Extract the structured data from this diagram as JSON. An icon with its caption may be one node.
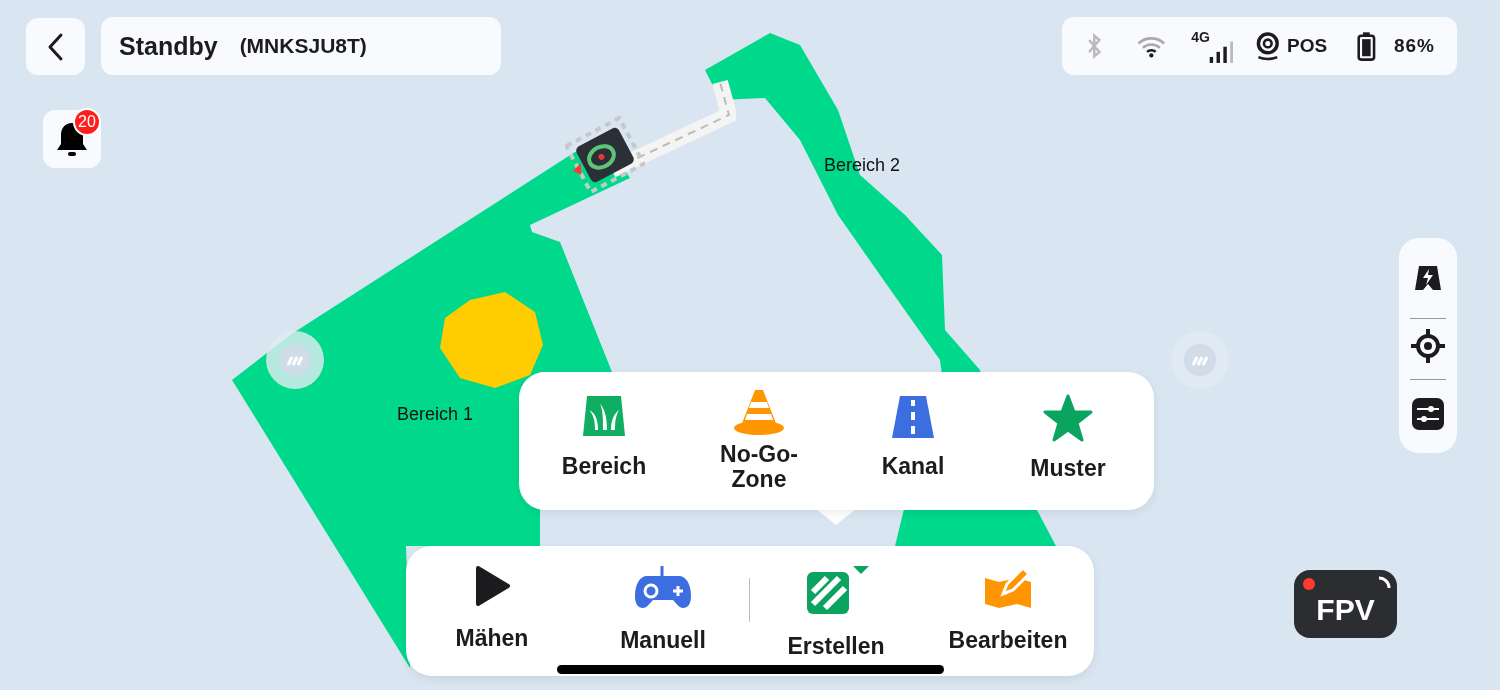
{
  "diagram": {
    "nodes": [
      {
        "text": [
          "Standby",
          "(MNKSJU8T)"
        ]
      },
      {
        "text": [
          "4G",
          "POS",
          "86%"
        ]
      },
      {
        "text": [
          "20"
        ]
      },
      {
        "text": [],
        "shape": "box"
      },
      {
        "text": [
          "Bereich"
        ],
        "in": 3
      },
      {
        "text": [
          "No-Go-Zone"
        ],
        "in": 3
      },
      {
        "text": [
          "Kanal"
        ],
        "in": 3
      },
      {
        "text": [
          "Muster"
        ],
        "in": 3
      },
      {
        "text": [],
        "shape": "box"
      },
      {
        "text": [
          "Mähen"
        ],
        "in": 8
      },
      {
        "text": [
          "Manuell"
        ],
        "in": 8
      },
      {
        "text": [
          "Erstellen"
        ],
        "in": 8
      },
      {
        "text": [
          "Bearbeiten"
        ],
        "in": 8
      },
      {
        "text": [
          "FPV"
        ]
      },
      {
        "text": [],
        "shape": "polygon"
      }
    ],
    "labels": [
      "Bereich 2",
      "Bereich 1"
    ]
  }
}
